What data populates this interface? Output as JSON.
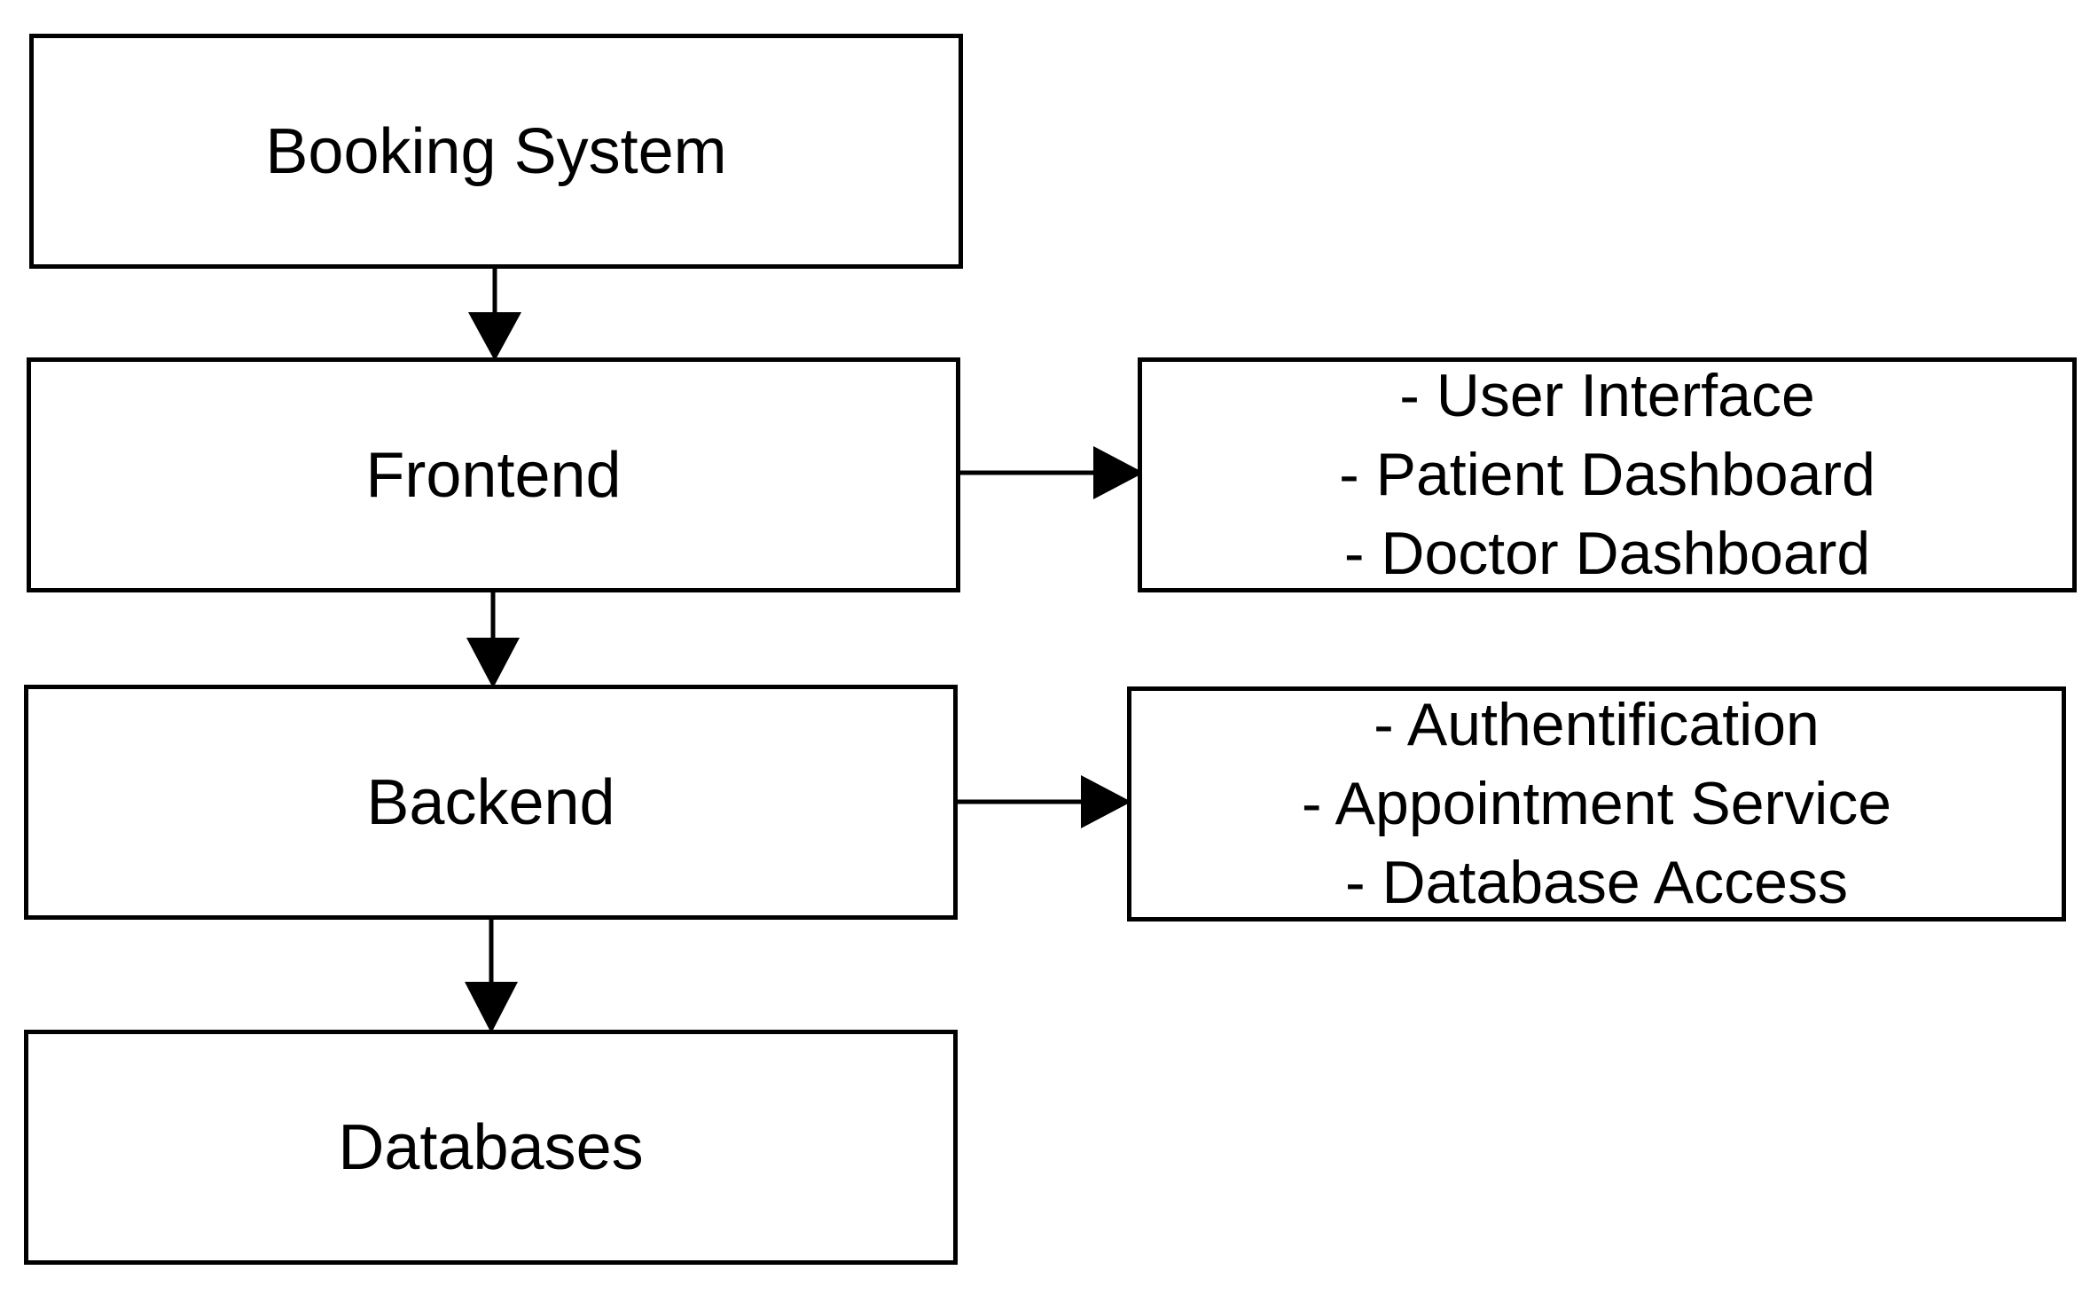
{
  "diagram": {
    "nodes": {
      "booking_system": "Booking System",
      "frontend": "Frontend",
      "backend": "Backend",
      "databases": "Databases"
    },
    "frontend_details": [
      "- User Interface",
      "- Patient Dashboard",
      "- Doctor Dashboard"
    ],
    "backend_details": [
      "- Authentification",
      "- Appointment Service",
      "- Database Access"
    ],
    "edges": [
      {
        "from": "Booking System",
        "to": "Frontend"
      },
      {
        "from": "Frontend",
        "to": "Backend"
      },
      {
        "from": "Backend",
        "to": "Databases"
      },
      {
        "from": "Frontend",
        "to": "Frontend details"
      },
      {
        "from": "Backend",
        "to": "Backend details"
      }
    ],
    "colors": {
      "stroke": "#000000",
      "background": "#ffffff"
    }
  }
}
